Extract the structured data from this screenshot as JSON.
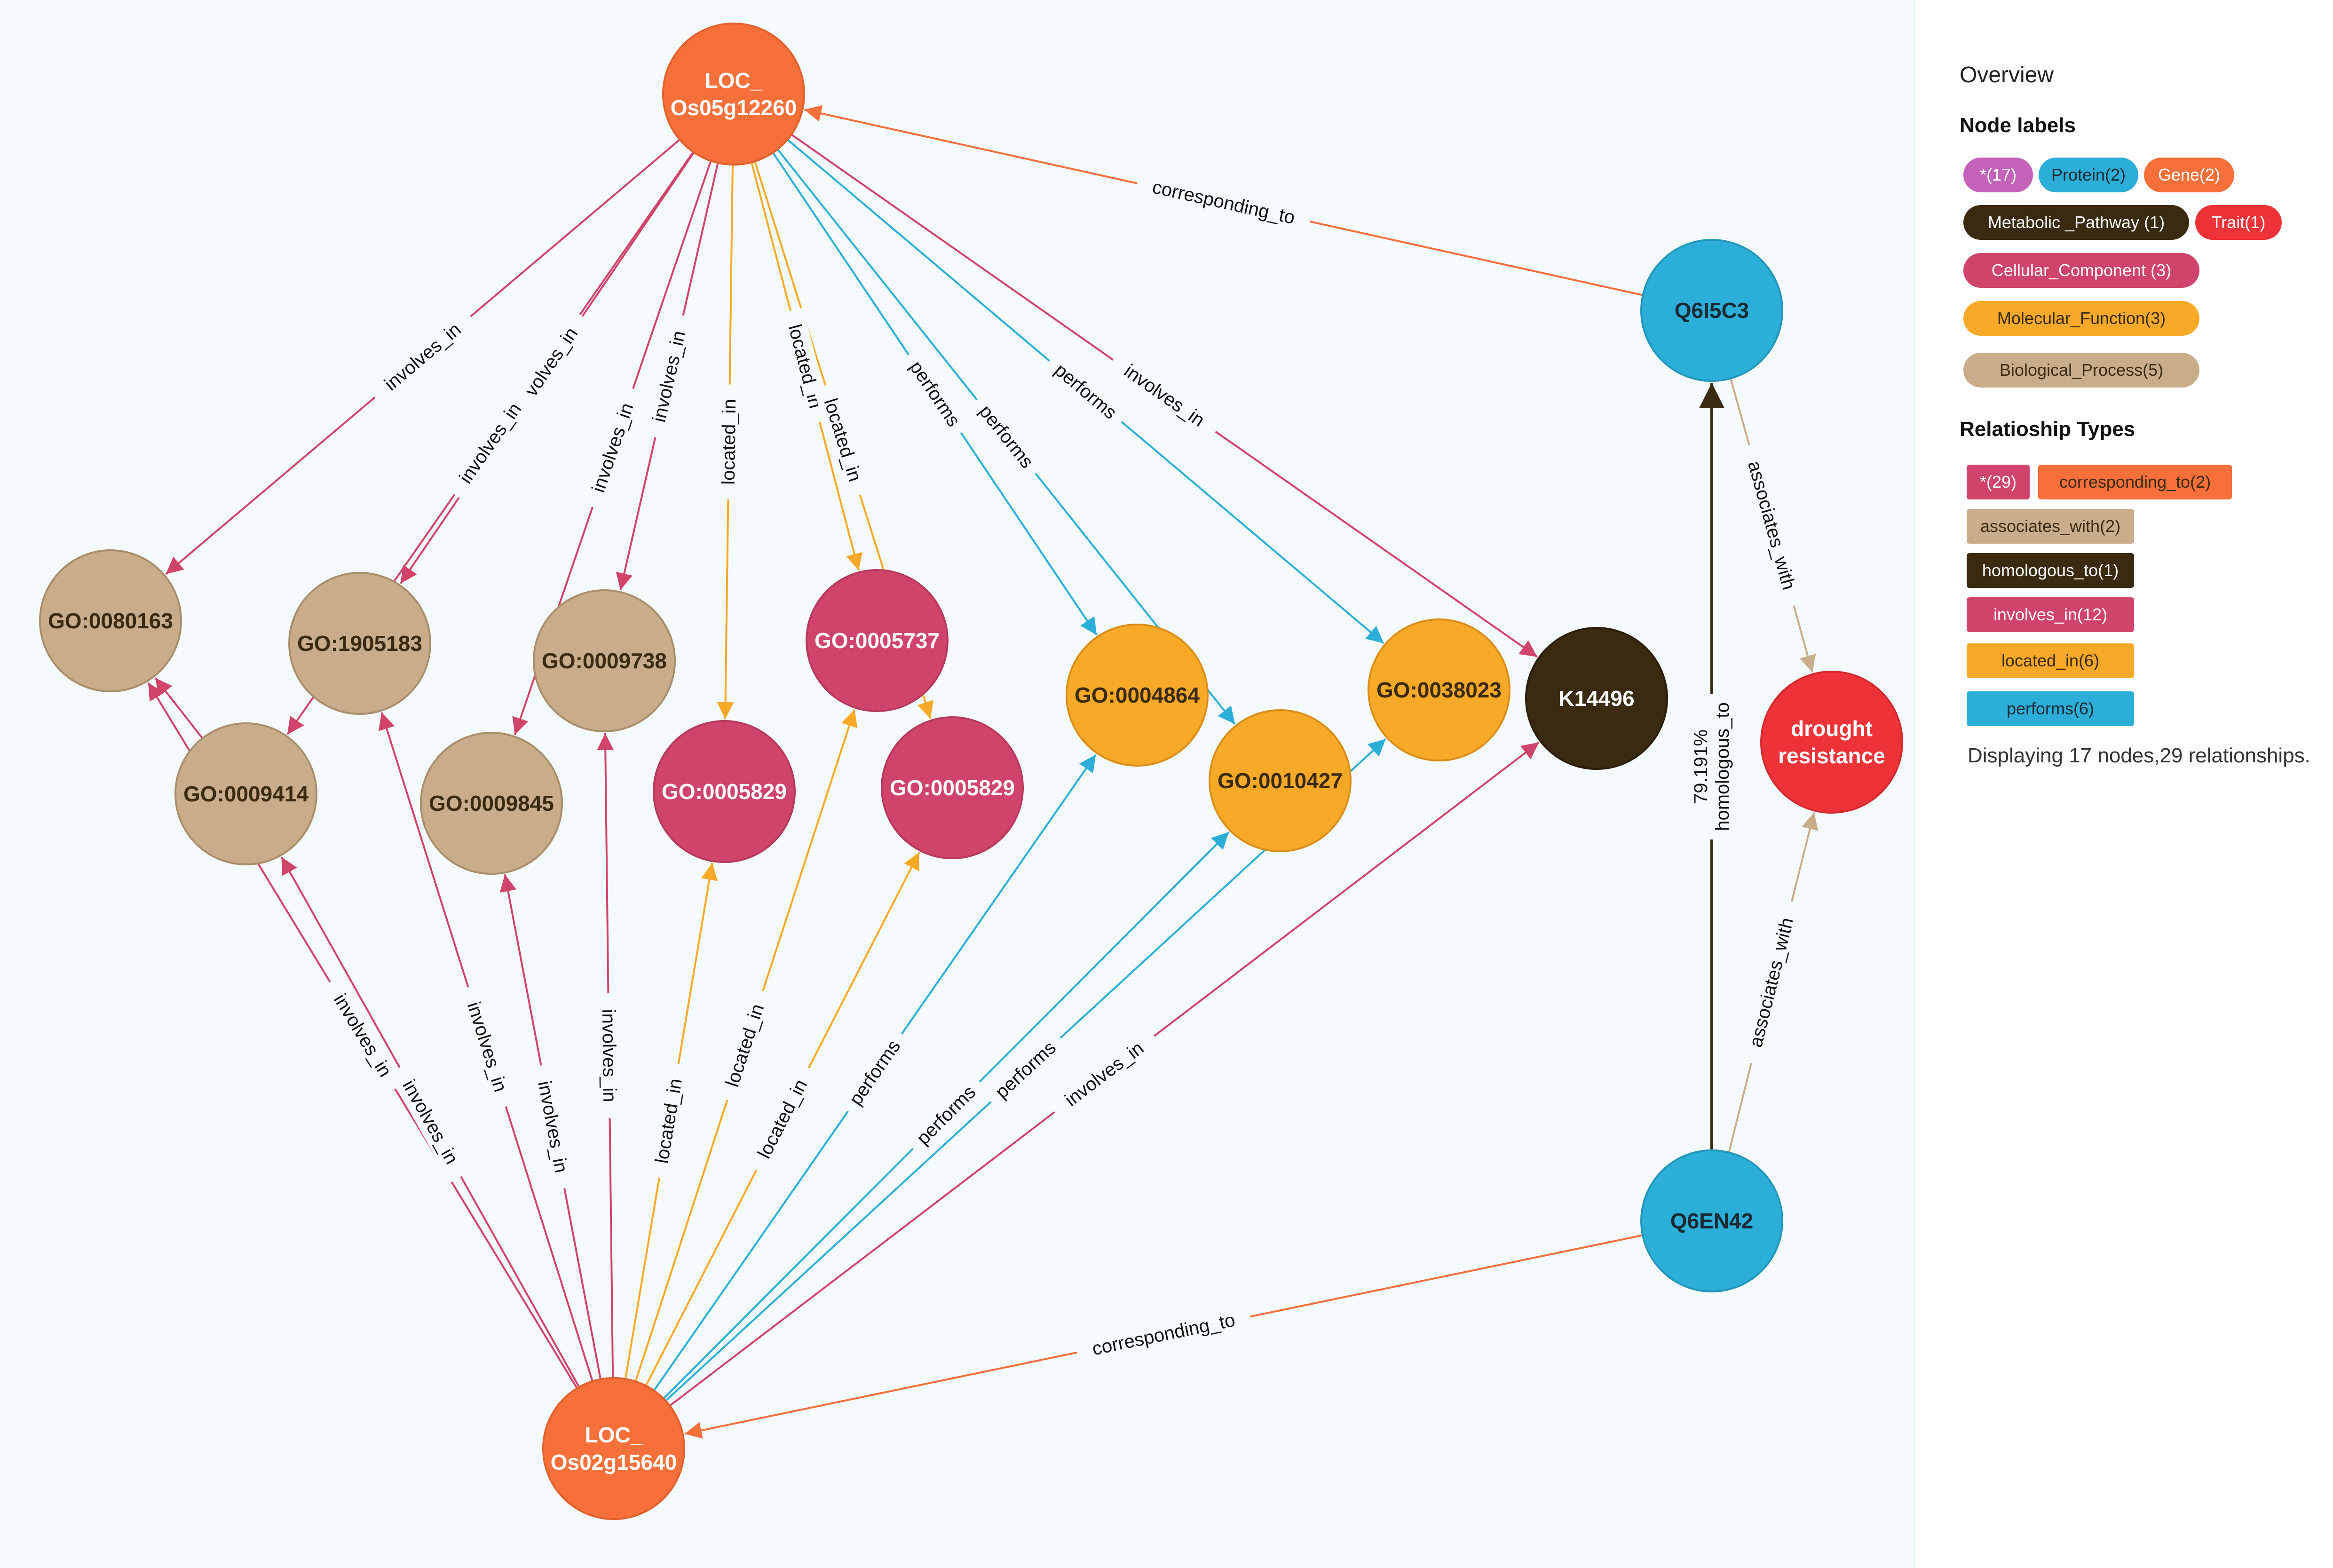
{
  "colors": {
    "gene": "#f7703a",
    "protein": "#2baed8",
    "trait": "#ee3338",
    "pathway": "#3a2a10",
    "cellular": "#d0436a",
    "molecular": "#f8a928",
    "biological": "#c9ad8a",
    "all_nodes": "#c362b8",
    "all_rels": "#d0436a",
    "involves": "#d0436a",
    "located": "#f8a928",
    "performs": "#2baed8",
    "corresponding": "#f7703a",
    "associates": "#c9ad8a",
    "homologous": "#3a2a10"
  },
  "sidebar": {
    "title": "Overview",
    "node_labels_heading": "Node labels",
    "relationship_heading": "Relatioship Types",
    "node_labels": [
      {
        "label": "*(17)",
        "color": "#c362b8",
        "text_color": "#ffffff"
      },
      {
        "label": "Protein(2)",
        "color": "#2baed8",
        "text_color": "#1a2a33"
      },
      {
        "label": "Gene(2)",
        "color": "#f7703a",
        "text_color": "#ffffff"
      },
      {
        "label": "Metabolic _Pathway (1)",
        "color": "#3a2a10",
        "text_color": "#ffffff"
      },
      {
        "label": "Trait(1)",
        "color": "#ee3338",
        "text_color": "#ffffff"
      },
      {
        "label": "Cellular_Component (3)",
        "color": "#d0436a",
        "text_color": "#ffffff"
      },
      {
        "label": "Molecular_Function(3)",
        "color": "#f8a928",
        "text_color": "#3a2a10"
      },
      {
        "label": "Biological_Process(5)",
        "color": "#c9ad8a",
        "text_color": "#3a2a10"
      }
    ],
    "relationship_types": [
      {
        "label": "*(29)",
        "color": "#d0436a",
        "text_color": "#ffffff"
      },
      {
        "label": "corresponding_to(2)",
        "color": "#f7703a",
        "text_color": "#3a2a10"
      },
      {
        "label": "associates_with(2)",
        "color": "#c9ad8a",
        "text_color": "#3a2a10"
      },
      {
        "label": "homologous_to(1)",
        "color": "#3a2a10",
        "text_color": "#ffffff"
      },
      {
        "label": "involves_in(12)",
        "color": "#d0436a",
        "text_color": "#ffffff"
      },
      {
        "label": "located_in(6)",
        "color": "#f8a928",
        "text_color": "#3a2a10"
      },
      {
        "label": "performs(6)",
        "color": "#2baed8",
        "text_color": "#1a2a33"
      }
    ],
    "status": "Displaying 17 nodes,29 relationships."
  },
  "nodes": [
    {
      "id": "gene1",
      "lines": [
        "LOC_",
        "Os05g12260"
      ],
      "type": "gene"
    },
    {
      "id": "gene2",
      "lines": [
        "LOC_",
        "Os02g15640"
      ],
      "type": "gene"
    },
    {
      "id": "q6i5c3",
      "lines": [
        "Q6I5C3"
      ],
      "type": "protein"
    },
    {
      "id": "q6en42",
      "lines": [
        "Q6EN42"
      ],
      "type": "protein"
    },
    {
      "id": "drought",
      "lines": [
        "drought",
        "resistance"
      ],
      "type": "trait"
    },
    {
      "id": "k14496",
      "lines": [
        "K14496"
      ],
      "type": "pathway"
    },
    {
      "id": "go0080163",
      "lines": [
        "GO:0080163"
      ],
      "type": "biological"
    },
    {
      "id": "go1905183",
      "lines": [
        "GO:1905183"
      ],
      "type": "biological"
    },
    {
      "id": "go0009414",
      "lines": [
        "GO:0009414"
      ],
      "type": "biological"
    },
    {
      "id": "go0009845",
      "lines": [
        "GO:0009845"
      ],
      "type": "biological"
    },
    {
      "id": "go0009738",
      "lines": [
        "GO:0009738"
      ],
      "type": "biological"
    },
    {
      "id": "go0005737",
      "lines": [
        "GO:0005737"
      ],
      "type": "cellular"
    },
    {
      "id": "go0005829a",
      "lines": [
        "GO:0005829"
      ],
      "type": "cellular"
    },
    {
      "id": "go0005829b",
      "lines": [
        "GO:0005829"
      ],
      "type": "cellular"
    },
    {
      "id": "go0004864",
      "lines": [
        "GO:0004864"
      ],
      "type": "molecular"
    },
    {
      "id": "go0010427",
      "lines": [
        "GO:0010427"
      ],
      "type": "molecular"
    },
    {
      "id": "go0038023",
      "lines": [
        "GO:0038023"
      ],
      "type": "molecular"
    }
  ],
  "edges": [
    {
      "from": "gene1",
      "to": "go0080163",
      "type": "involves",
      "label": "involves_in"
    },
    {
      "from": "gene1",
      "to": "go1905183",
      "type": "involves",
      "label": "involves_in"
    },
    {
      "from": "gene1",
      "to": "go0009414",
      "type": "involves",
      "label": "involves_in"
    },
    {
      "from": "gene1",
      "to": "go0009845",
      "type": "involves",
      "label": "involves_in"
    },
    {
      "from": "gene1",
      "to": "go0009738",
      "type": "involves",
      "label": "involves_in"
    },
    {
      "from": "gene1",
      "to": "go0005829a",
      "type": "located",
      "label": "located_in"
    },
    {
      "from": "gene1",
      "to": "go0005737",
      "type": "located",
      "label": "located_in"
    },
    {
      "from": "gene1",
      "to": "go0005829b",
      "type": "located",
      "label": "located_in"
    },
    {
      "from": "gene1",
      "to": "go0004864",
      "type": "performs",
      "label": "performs"
    },
    {
      "from": "gene1",
      "to": "go0010427",
      "type": "performs",
      "label": "performs"
    },
    {
      "from": "gene1",
      "to": "go0038023",
      "type": "performs",
      "label": "performs"
    },
    {
      "from": "gene1",
      "to": "k14496",
      "type": "involves",
      "label": "involves_in"
    },
    {
      "from": "q6i5c3",
      "to": "gene1",
      "type": "corresponding",
      "label": "corresponding_to"
    },
    {
      "from": "q6i5c3",
      "to": "drought",
      "type": "associates",
      "label": "associates_with"
    },
    {
      "from": "q6en42",
      "to": "drought",
      "type": "associates",
      "label": "associates_with"
    },
    {
      "from": "q6en42",
      "to": "q6i5c3",
      "type": "homologous",
      "label": "79.191%\nhomologous_to"
    },
    {
      "from": "q6en42",
      "to": "gene2",
      "type": "corresponding",
      "label": "corresponding_to"
    },
    {
      "from": "go0009414",
      "to": "go0080163",
      "type": "involves",
      "label": ""
    },
    {
      "from": "gene2",
      "to": "go0009414",
      "type": "involves",
      "label": "involves_in"
    },
    {
      "from": "gene2",
      "to": "go0080163",
      "type": "involves",
      "label": "involves_in"
    },
    {
      "from": "gene2",
      "to": "go1905183",
      "type": "involves",
      "label": "involves_in"
    },
    {
      "from": "gene2",
      "to": "go0009845",
      "type": "involves",
      "label": "involves_in"
    },
    {
      "from": "gene2",
      "to": "go0009738",
      "type": "involves",
      "label": "involves_in"
    },
    {
      "from": "gene2",
      "to": "go0005829a",
      "type": "located",
      "label": "located_in"
    },
    {
      "from": "gene2",
      "to": "go0005737",
      "type": "located",
      "label": "located_in"
    },
    {
      "from": "gene2",
      "to": "go0005829b",
      "type": "located",
      "label": "located_in"
    },
    {
      "from": "gene2",
      "to": "go0004864",
      "type": "performs",
      "label": "performs"
    },
    {
      "from": "gene2",
      "to": "go0010427",
      "type": "performs",
      "label": "performs"
    },
    {
      "from": "gene2",
      "to": "go0038023",
      "type": "performs",
      "label": "performs"
    },
    {
      "from": "gene2",
      "to": "k14496",
      "type": "involves",
      "label": "involves_in"
    }
  ]
}
